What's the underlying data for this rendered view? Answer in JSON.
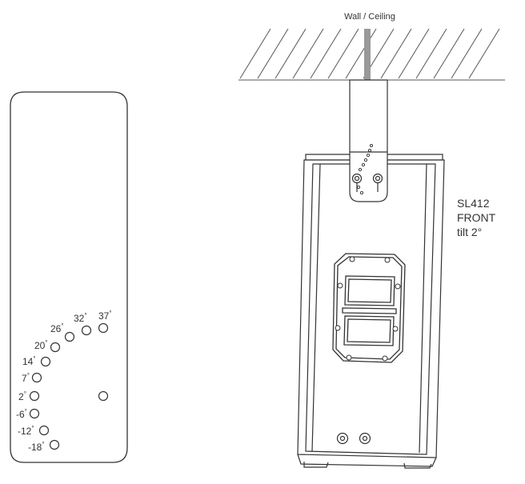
{
  "wall_label": "Wall / Ceiling",
  "model": {
    "name": "SL412",
    "view": "FRONT",
    "tilt": "tilt 2°"
  },
  "tilt_holes": [
    {
      "value": "37",
      "unit": "°"
    },
    {
      "value": "32",
      "unit": "°"
    },
    {
      "value": "26",
      "unit": "°"
    },
    {
      "value": "20",
      "unit": "°"
    },
    {
      "value": "14",
      "unit": "°"
    },
    {
      "value": "7",
      "unit": "°"
    },
    {
      "value": "2",
      "unit": "°"
    },
    {
      "value": "-6",
      "unit": "°"
    },
    {
      "value": "-12",
      "unit": "°"
    },
    {
      "value": "-18",
      "unit": "°"
    }
  ],
  "colors": {
    "line": "#333333",
    "hatch": "#555555",
    "rod": "#999999"
  }
}
